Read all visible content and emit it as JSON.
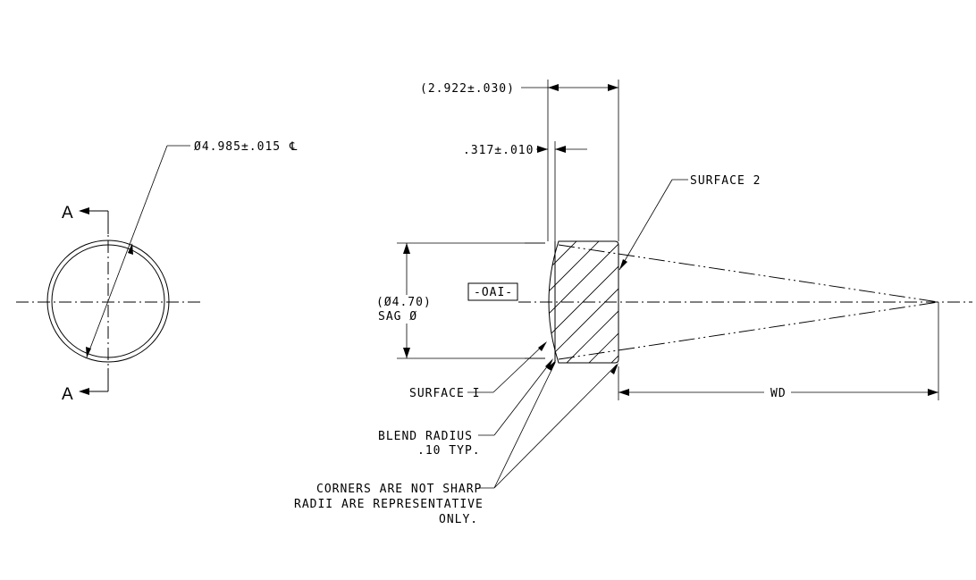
{
  "drawing": {
    "front_view": {
      "diameter_callout": "Ø4.985±.015",
      "diameter_symbol": "℄",
      "section_label_top": "A",
      "section_label_bottom": "A"
    },
    "section_view": {
      "overall_thickness": "(2.922±.030)",
      "edge_thickness": ".317±.010",
      "surface_2_label": "SURFACE 2",
      "datum_label": "-OAI-",
      "sag_diameter_line1": "(Ø4.70)",
      "sag_diameter_line2": "SAG Ø",
      "surface_1_label": "SURFACE I",
      "blend_radius_line1": "BLEND  RADIUS",
      "blend_radius_line2": ".10 TYP.",
      "corners_line1": "CORNERS ARE NOT SHARP",
      "corners_line2": "RADII ARE REPRESENTATIVE",
      "corners_line3": "ONLY.",
      "working_distance_label": "WD"
    }
  }
}
